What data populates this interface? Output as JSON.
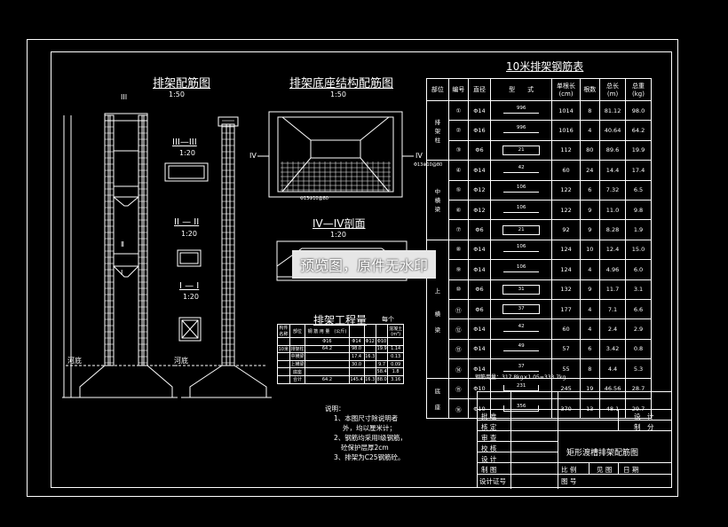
{
  "drawings": {
    "frame_elevation": {
      "title": "排架配筋图",
      "scale": "1:50",
      "top_mark": "III",
      "labels": [
        "Ⅱ",
        "Ⅱ",
        "Ⅰ",
        "Ⅰ"
      ]
    },
    "base": {
      "title": "排架底座结构配筋图",
      "scale": "1:50",
      "marks": [
        "IV",
        "IV"
      ],
      "callouts": [
        "Φ13⊕10@80",
        "Φ13Φ10@80"
      ]
    },
    "sec3": {
      "title": "III—III",
      "scale": "1:20"
    },
    "sec2": {
      "title": "II — II",
      "scale": "1:20"
    },
    "sec1": {
      "title": "I — I",
      "scale": "1:20"
    },
    "sec4": {
      "title": "IV—IV剖面",
      "scale": "1:20"
    },
    "ground_labels": [
      "河底",
      "河底"
    ]
  },
  "rebar_table": {
    "title": "10米排架钢筋表",
    "headers": [
      "部位",
      "编号",
      "直径",
      "型　　式",
      "单根长\n(cm)",
      "根数",
      "总长\n(m)",
      "总重\n(kg)"
    ],
    "groups": [
      {
        "name": "排\n架\n柱",
        "rows": [
          {
            "no": "①",
            "dia": "Φ14",
            "shape": "line",
            "dim": "996",
            "len": "1014",
            "count": "8",
            "total": "81.12",
            "weight": "98.0"
          },
          {
            "no": "②",
            "dia": "Φ16",
            "shape": "line",
            "dim": "996",
            "len": "1016",
            "count": "4",
            "total": "40.64",
            "weight": "64.2"
          },
          {
            "no": "③",
            "dia": "Φ6",
            "shape": "box",
            "dim": "21",
            "len": "112",
            "count": "80",
            "total": "89.6",
            "weight": "19.9"
          }
        ]
      },
      {
        "name": "中\n横\n梁",
        "rows": [
          {
            "no": "④",
            "dia": "Φ14",
            "shape": "line",
            "dim": "42",
            "len": "60",
            "count": "24",
            "total": "14.4",
            "weight": "17.4"
          },
          {
            "no": "⑤",
            "dia": "Φ12",
            "shape": "line",
            "dim": "106",
            "len": "122",
            "count": "6",
            "total": "7.32",
            "weight": "6.5"
          },
          {
            "no": "⑥",
            "dia": "Φ12",
            "shape": "line",
            "dim": "106",
            "len": "122",
            "count": "9",
            "total": "11.0",
            "weight": "9.8"
          },
          {
            "no": "⑦",
            "dia": "Φ6",
            "shape": "box",
            "dim": "21",
            "len": "92",
            "count": "9",
            "total": "8.28",
            "weight": "1.9"
          }
        ]
      },
      {
        "name": "上\n\n\n横\n\n梁",
        "rows": [
          {
            "no": "⑧",
            "dia": "Φ14",
            "shape": "line",
            "dim": "106",
            "len": "124",
            "count": "10",
            "total": "12.4",
            "weight": "15.0"
          },
          {
            "no": "⑨",
            "dia": "Φ14",
            "shape": "line",
            "dim": "106",
            "len": "124",
            "count": "4",
            "total": "4.96",
            "weight": "6.0"
          },
          {
            "no": "⑩",
            "dia": "Φ6",
            "shape": "box",
            "dim": "31",
            "len": "132",
            "count": "9",
            "total": "11.7",
            "weight": "3.1"
          },
          {
            "no": "⑪",
            "dia": "Φ6",
            "shape": "box",
            "dim": "37",
            "len": "177",
            "count": "4",
            "total": "7.1",
            "weight": "6.6"
          },
          {
            "no": "⑫",
            "dia": "Φ14",
            "shape": "line",
            "dim": "42",
            "len": "60",
            "count": "4",
            "total": "2.4",
            "weight": "2.9"
          },
          {
            "no": "⑬",
            "dia": "Φ14",
            "shape": "line",
            "dim": "49",
            "len": "57",
            "count": "6",
            "total": "3.42",
            "weight": "0.8"
          },
          {
            "no": "⑭",
            "dia": "Φ14",
            "shape": "line",
            "dim": "37",
            "len": "55",
            "count": "8",
            "total": "4.4",
            "weight": "5.3"
          }
        ]
      },
      {
        "name": "底\n\n座",
        "rows": [
          {
            "no": "⑮",
            "dia": "Φ10",
            "shape": "hook",
            "dim": "231",
            "len": "245",
            "count": "19",
            "total": "46.56",
            "weight": "28.7"
          },
          {
            "no": "⑯",
            "dia": "Φ10",
            "shape": "hook",
            "dim": "356",
            "len": "370",
            "count": "13",
            "total": "48.1",
            "weight": "29.7"
          }
        ]
      }
    ],
    "footnote": "钢筋用量：317.8kg×1.05=333.7kg"
  },
  "quantity_table": {
    "title": "排架工程量",
    "unit": "每个",
    "rows": [
      [
        "构件\n名称",
        "部位",
        "钢 筋 用 量　(公斤)",
        "",
        "",
        "",
        "混凝土\n(m³)"
      ],
      [
        "",
        "",
        "Φ16",
        "Φ14",
        "Φ12",
        "Φ10",
        ""
      ],
      [
        "10米",
        "排架柱",
        "64.2",
        "98.0",
        "",
        "19.9",
        "1.14"
      ],
      [
        "",
        "中横梁",
        "",
        "17.4",
        "16.3",
        "",
        "0.13"
      ],
      [
        "",
        "上横梁",
        "",
        "30.0",
        "",
        "9.7",
        "0.09"
      ],
      [
        "",
        "底座",
        "",
        "",
        "",
        "58.4",
        "1.8"
      ],
      [
        "",
        "合计",
        "64.2",
        "145.4",
        "16.3",
        "88.0",
        "3.16"
      ]
    ]
  },
  "notes": {
    "heading": "说明：",
    "items": [
      "1、本图尺寸除说明者",
      "外，均以厘米计；",
      "2、钢筋均采用Ⅰ级钢筋，",
      "  砼保护层厚2cm",
      "3、排架为C25钢筋砼。"
    ]
  },
  "title_block": {
    "labels": [
      "批 准",
      "核 定",
      "审 查",
      "校 核",
      "设 计",
      "制 图",
      "设计证号"
    ],
    "right_top": [
      "设　计",
      "制　分"
    ],
    "drawing_name": "矩形渡槽排架配筋图",
    "bottom": [
      "比 例",
      "见 图",
      "日 期",
      "图 号"
    ]
  },
  "watermark": "预览图，原件无水印",
  "colors": {
    "background": "#000000",
    "lines": "#ffffff",
    "watermark_bg": "#e6e6e6"
  }
}
